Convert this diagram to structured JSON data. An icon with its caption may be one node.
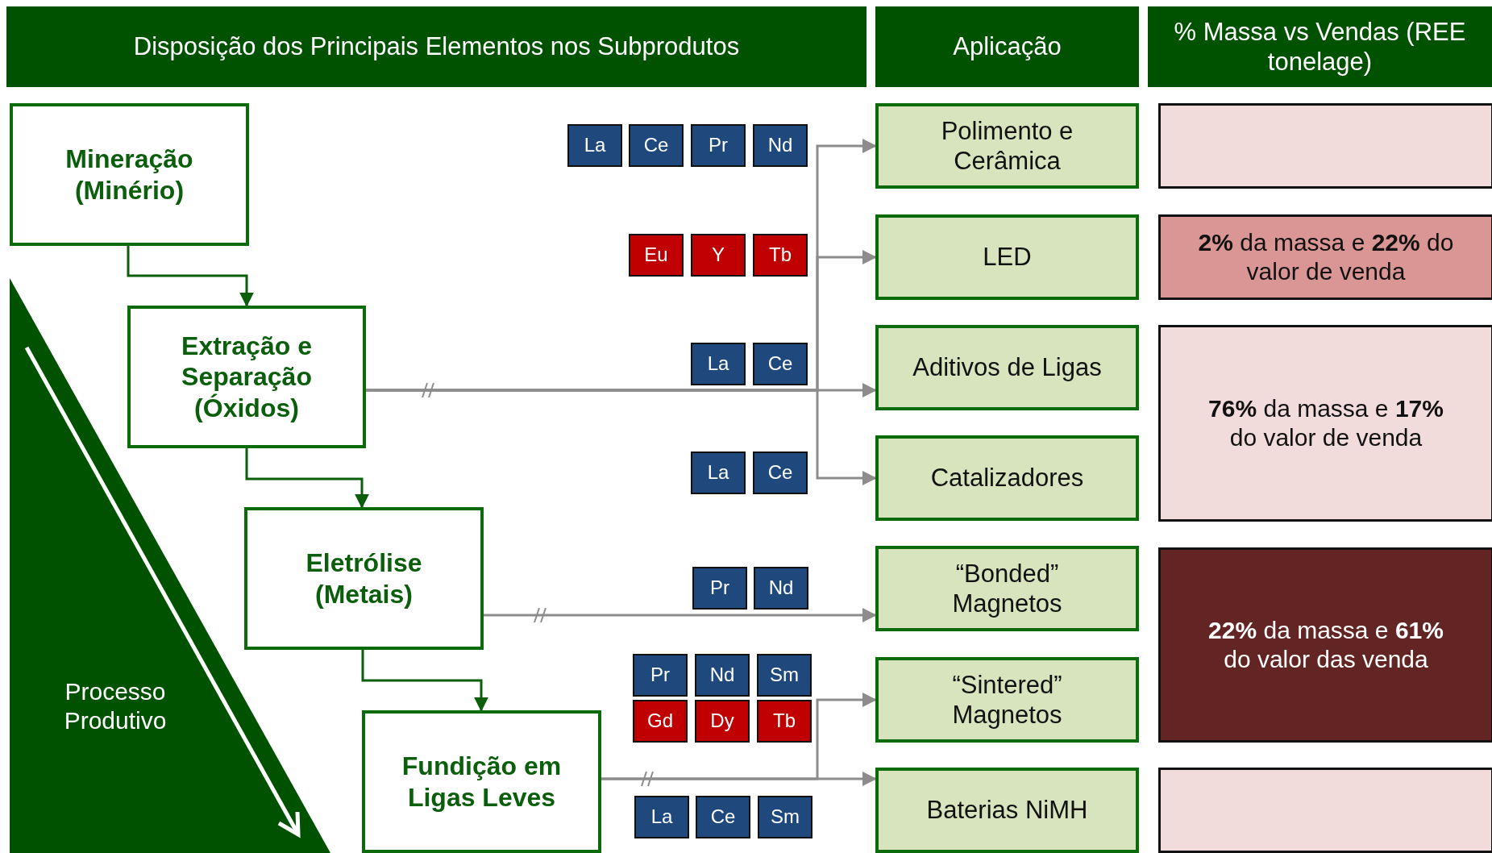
{
  "diagram": {
    "nodes": [
      {
        "text": [
          "Disposição dos Principais Elementos nos Subprodutos"
        ]
      },
      {
        "text": [
          "Aplicação"
        ]
      },
      {
        "text": [
          "% Massa vs Vendas (REE tonelage)"
        ]
      },
      {
        "text": [
          "Mineração (Minério)"
        ]
      },
      {
        "text": [
          "Extração e Separação (Óxidos)"
        ]
      },
      {
        "text": [
          "Eletrólise (Metais)"
        ]
      },
      {
        "text": [
          "Fundição em Ligas Leves"
        ]
      },
      {
        "text": [
          "Processo Produtivo"
        ]
      },
      {
        "text": [
          "La"
        ]
      },
      {
        "text": [
          "Ce"
        ]
      },
      {
        "text": [
          "Pr"
        ]
      },
      {
        "text": [
          "Nd"
        ]
      },
      {
        "text": [
          "Eu"
        ]
      },
      {
        "text": [
          "Y"
        ]
      },
      {
        "text": [
          "Tb"
        ]
      },
      {
        "text": [
          "La"
        ]
      },
      {
        "text": [
          "Ce"
        ]
      },
      {
        "text": [
          "La"
        ]
      },
      {
        "text": [
          "Ce"
        ]
      },
      {
        "text": [
          "Pr"
        ]
      },
      {
        "text": [
          "Nd"
        ]
      },
      {
        "text": [
          "Pr"
        ]
      },
      {
        "text": [
          "Nd"
        ]
      },
      {
        "text": [
          "Sm"
        ]
      },
      {
        "text": [
          "Gd"
        ]
      },
      {
        "text": [
          "Dy"
        ]
      },
      {
        "text": [
          "Tb"
        ]
      },
      {
        "text": [
          "La"
        ]
      },
      {
        "text": [
          "Ce"
        ]
      },
      {
        "text": [
          "Sm"
        ]
      },
      {
        "text": [
          "Polimento e Cerâmica"
        ]
      },
      {
        "text": [
          "LED"
        ]
      },
      {
        "text": [
          "Aditivos de Ligas"
        ]
      },
      {
        "text": [
          "Catalizadores"
        ]
      },
      {
        "text": [
          "“Bonded” Magnetos"
        ]
      },
      {
        "text": [
          "“Sintered” Magnetos"
        ]
      },
      {
        "text": [
          "Baterias NiMH"
        ]
      },
      {
        "text": [],
        "shape": "box"
      },
      {
        "text": [
          "**2%** da massa e **22%** do valor de venda"
        ]
      },
      {
        "text": [
          "**76%** da massa e **17%** do valor de venda"
        ]
      },
      {
        "text": [
          "**22%** da massa e **61%** do valor das venda"
        ]
      },
      {
        "text": [],
        "shape": "box"
      }
    ],
    "edges": [
      {
        "from": 3,
        "to": 4,
        "arrow": "to",
        "color": "#0b5e0b"
      },
      {
        "from": 4,
        "to": 5,
        "arrow": "to",
        "color": "#0b5e0b"
      },
      {
        "from": 5,
        "to": 6,
        "arrow": "to",
        "color": "#0b5e0b"
      },
      {
        "from": 4,
        "to": 30,
        "arrow": "to"
      },
      {
        "from": 4,
        "to": 31,
        "arrow": "to"
      },
      {
        "from": 4,
        "to": 32,
        "arrow": "to"
      },
      {
        "from": 4,
        "to": 33,
        "arrow": "to"
      },
      {
        "from": 5,
        "to": 34,
        "arrow": "to"
      },
      {
        "from": 6,
        "to": 35,
        "arrow": "to"
      },
      {
        "from": 6,
        "to": 36,
        "arrow": "to"
      }
    ]
  }
}
